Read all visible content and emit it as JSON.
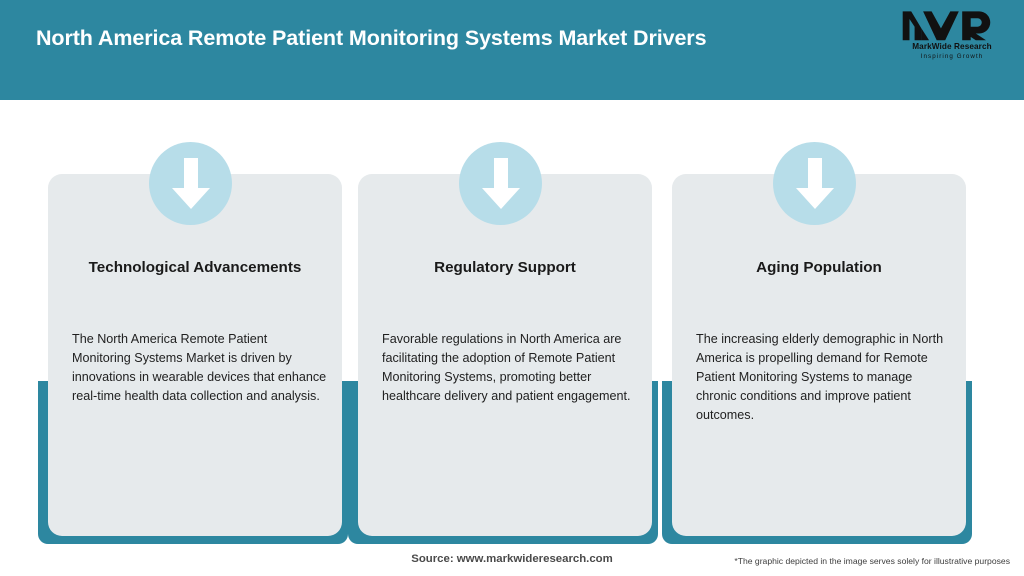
{
  "header": {
    "title": "North America Remote Patient Monitoring Systems Market Drivers",
    "background_color": "#2d87a0",
    "title_color": "#ffffff",
    "logo": {
      "mark": "MWR",
      "name": "MarkWide Research",
      "tagline": "Inspiring Growth"
    }
  },
  "theme": {
    "accent_teal": "#2d87a0",
    "icon_circle_blue": "#b7dde9",
    "card_background": "#e6eaec",
    "arrow_color": "#ffffff"
  },
  "cards": [
    {
      "icon": "down-arrow-icon",
      "title": "Technological Advancements",
      "body": "The North America Remote Patient Monitoring Systems Market is driven by innovations in wearable devices that enhance real-time health data collection and analysis."
    },
    {
      "icon": "down-arrow-icon",
      "title": "Regulatory Support",
      "body": "Favorable regulations in North America are facilitating the adoption of Remote Patient Monitoring Systems, promoting better healthcare delivery and patient engagement."
    },
    {
      "icon": "down-arrow-icon",
      "title": "Aging Population",
      "body": "The increasing elderly demographic in North America is propelling demand for Remote Patient Monitoring Systems to manage chronic conditions and improve patient outcomes."
    }
  ],
  "footer": {
    "source": "Source: www.markwideresearch.com",
    "disclaimer": "*The graphic depicted in the image serves solely for illustrative purposes"
  }
}
